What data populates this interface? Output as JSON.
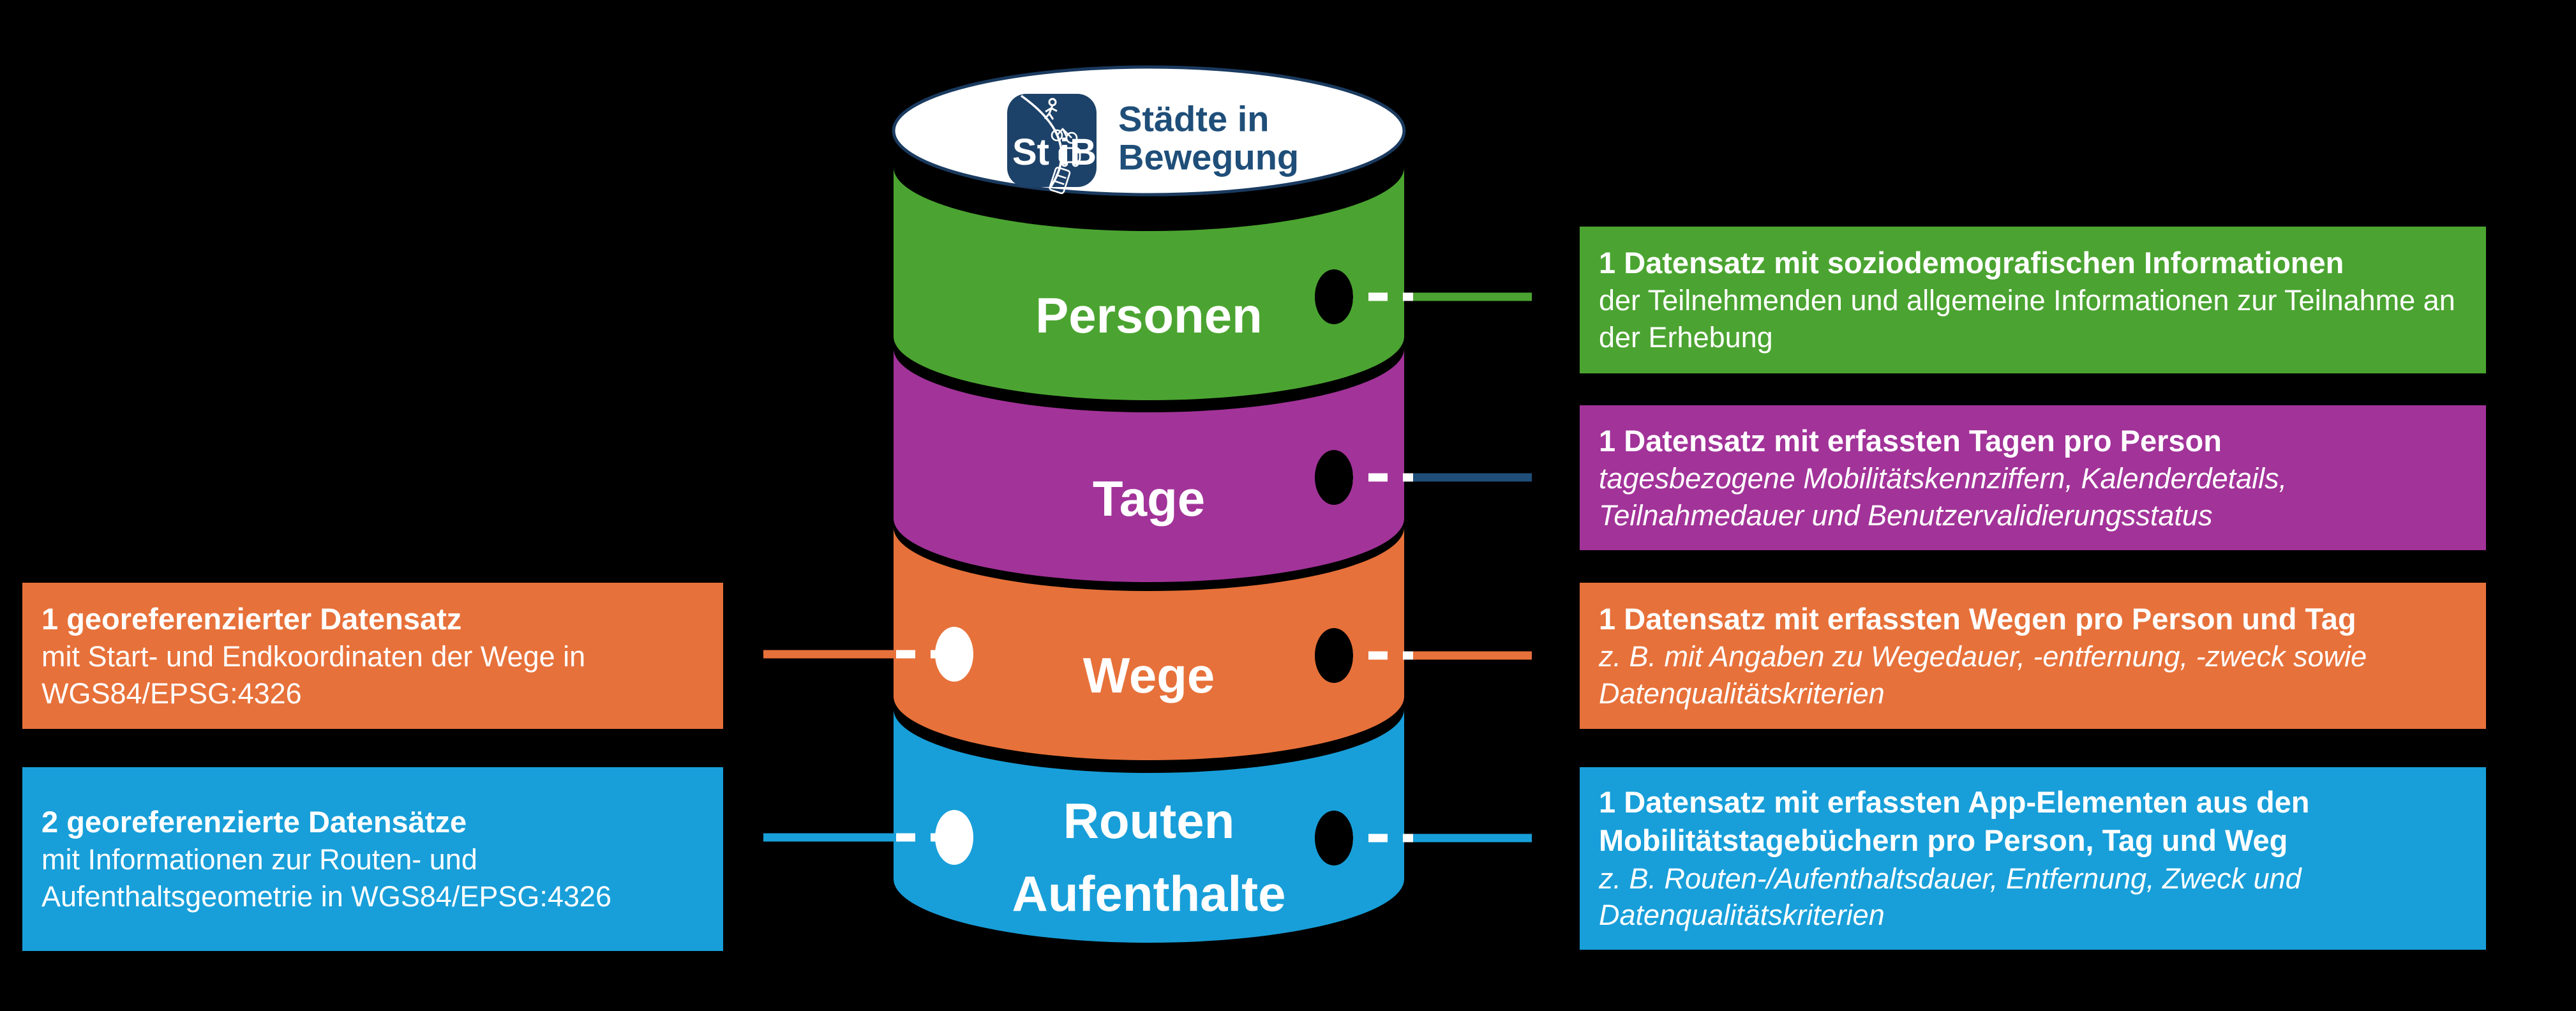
{
  "palette": {
    "background": "#000000",
    "white": "#FFFFFF",
    "navy": "#1F4E79",
    "logo_icon_bg": "#1D4269",
    "green": "#4BA431",
    "purple": "#A23399",
    "orange": "#E7713A",
    "blue": "#189FD9"
  },
  "logo": {
    "abbr_left": "St",
    "abbr_right": "iB",
    "title_line1": "Städte in",
    "title_line2": "Bewegung",
    "icon_transport_modes": [
      "pedestrian",
      "bicycle",
      "car",
      "tram"
    ]
  },
  "cylinder": {
    "layers": [
      {
        "id": "personen",
        "label_lines": [
          "Personen"
        ],
        "color": "#4BA431",
        "connector_color": "#4BA431"
      },
      {
        "id": "tage",
        "label_lines": [
          "Tage"
        ],
        "color": "#A23399",
        "connector_color": "#1F4E79"
      },
      {
        "id": "wege",
        "label_lines": [
          "Wege"
        ],
        "color": "#E7713A",
        "connector_color": "#E7713A"
      },
      {
        "id": "routen-aufenthalte",
        "label_lines": [
          "Routen",
          "Aufenthalte"
        ],
        "color": "#189FD9",
        "connector_color": "#189FD9"
      }
    ]
  },
  "callouts": {
    "left": [
      {
        "id": "wege-georeferenziert",
        "color": "#E7713A",
        "title": "1 georeferenzierter Datensatz",
        "body": "mit Start- und Endkoordinaten der Wege in WGS84/EPSG:4326"
      },
      {
        "id": "routen-aufenthalte-georeferenziert",
        "color": "#189FD9",
        "title": "2 georeferenzierte Datensätze",
        "body": "mit Informationen zur Routen- und Aufenthaltsgeometrie in WGS84/EPSG:4326"
      }
    ],
    "right": [
      {
        "id": "personen",
        "color": "#4BA431",
        "title": "1 Datensatz mit soziodemografischen Informationen",
        "body": "der Teilnehmenden und allgemeine Informationen zur Teilnahme an der Erhebung"
      },
      {
        "id": "tage",
        "color": "#A23399",
        "title": "1 Datensatz mit erfassten Tagen pro Person",
        "body": "tagesbezogene Mobilitätskennziffern, Kalenderdetails, Teilnahmedauer und Benutzervalidierungsstatus"
      },
      {
        "id": "wege",
        "color": "#E7713A",
        "title": "1 Datensatz mit erfassten Wegen pro Person und Tag",
        "body": "z. B. mit Angaben zu Wegedauer, -entfernung, -zweck sowie Datenqualitätskriterien"
      },
      {
        "id": "routen-aufenthalte",
        "color": "#189FD9",
        "title": "1 Datensatz mit erfassten App-Elementen aus den Mobilitätstagebüchern pro Person, Tag und Weg",
        "body": "z. B. Routen-/Aufenthaltsdauer, Entfernung, Zweck und Datenqualitätskriterien"
      }
    ]
  }
}
